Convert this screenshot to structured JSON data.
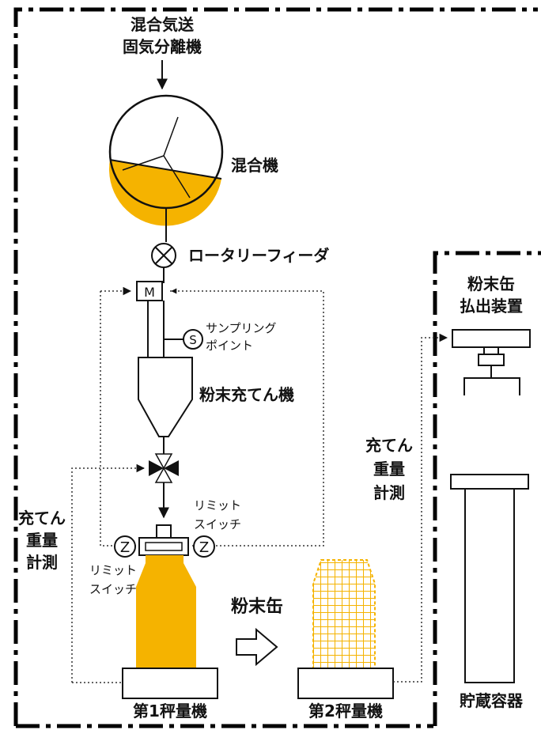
{
  "labels": {
    "separator_line1": "混合気送",
    "separator_line2": "固気分離機",
    "mixer": "混合機",
    "rotary_feeder": "ロータリーフィーダ",
    "motor": "M",
    "sampling_symbol": "S",
    "sampling_line1": "サンプリング",
    "sampling_line2": "ポイント",
    "filler": "粉末充てん機",
    "limit_switch_right_line1": "リミット",
    "limit_switch_right_line2": "スイッチ",
    "limit_switch_left_line1": "リミット",
    "limit_switch_left_line2": "スイッチ",
    "z_symbol": "Z",
    "weigh_left_line1": "充てん",
    "weigh_left_line2": "重量",
    "weigh_left_line3": "計測",
    "weigh_right_line1": "充てん",
    "weigh_right_line2": "重量",
    "weigh_right_line3": "計測",
    "can_transfer": "粉末缶",
    "scale1": "第1秤量機",
    "scale2": "第2秤量機",
    "discharge_line1": "粉末缶",
    "discharge_line2": "払出装置",
    "storage": "貯蔵容器"
  },
  "colors": {
    "powder": "#f5b300",
    "outline": "#111111",
    "boundary": "#000000"
  }
}
